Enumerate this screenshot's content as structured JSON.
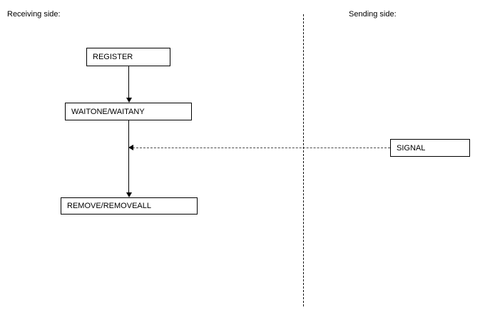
{
  "diagram": {
    "title_left": "Receiving side:",
    "title_right": "Sending side:",
    "colors": {
      "background": "#ffffff",
      "stroke": "#000000",
      "dashed_signal": "#4a4a4a"
    },
    "nodes": [
      {
        "id": "register",
        "label": "REGISTER",
        "side": "receiving"
      },
      {
        "id": "waitone_waitany",
        "label": "WAITONE/WAITANY",
        "side": "receiving"
      },
      {
        "id": "remove_removeall",
        "label": "REMOVE/REMOVEALL",
        "side": "receiving"
      },
      {
        "id": "signal",
        "label": "SIGNAL",
        "side": "sending"
      }
    ],
    "edges": [
      {
        "from": "register",
        "to": "waitone_waitany",
        "style": "solid",
        "direction": "down"
      },
      {
        "from": "waitone_waitany",
        "to": "remove_removeall",
        "style": "solid",
        "direction": "down"
      },
      {
        "from": "signal",
        "to": "waitone_waitany",
        "style": "dashed",
        "direction": "left"
      }
    ],
    "divider": {
      "style": "dashed",
      "orientation": "vertical"
    }
  }
}
